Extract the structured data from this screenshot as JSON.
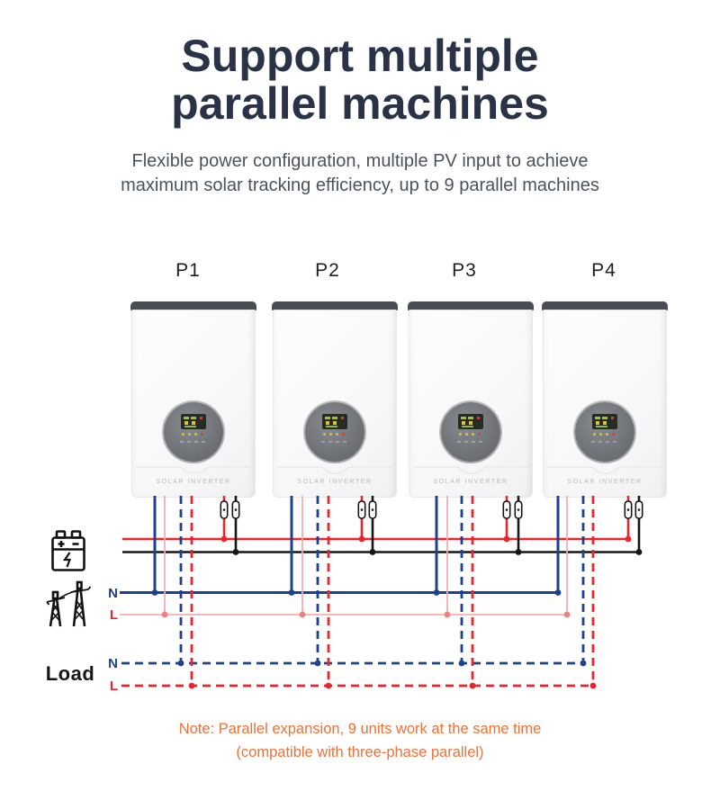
{
  "header": {
    "title_line1": "Support multiple",
    "title_line2": "parallel machines",
    "subtitle_line1": "Flexible power configuration, multiple PV input to achieve",
    "subtitle_line2": "maximum solar tracking efficiency, up to 9 parallel machines"
  },
  "inverters": {
    "brand_text": "SOLAR INVERTER",
    "units": [
      {
        "label": "P1"
      },
      {
        "label": "P2"
      },
      {
        "label": "P3"
      },
      {
        "label": "P4"
      }
    ]
  },
  "wiring": {
    "battery_icon": "battery-icon",
    "grid_icon": "transmission-towers-icon",
    "grid": {
      "n_label": "N",
      "l_label": "L"
    },
    "load": {
      "name": "Load",
      "n_label": "N",
      "l_label": "L"
    }
  },
  "note": {
    "line1": "Note: Parallel expansion, 9 units work at the same time",
    "line2": "(compatible with three-phase parallel)"
  },
  "colors": {
    "title": "#2a3247",
    "subtitle": "#4b525c",
    "unit-label": "#1f1f1f",
    "note": "#f07038",
    "wire-red": "#e8252a",
    "wire-black": "#161616",
    "wire-blue": "#1b418f",
    "wire-pink": "#f6aeae",
    "dot-pink": "#ee8080",
    "brand-text": "#b8babc",
    "icon-black": "#111111"
  }
}
